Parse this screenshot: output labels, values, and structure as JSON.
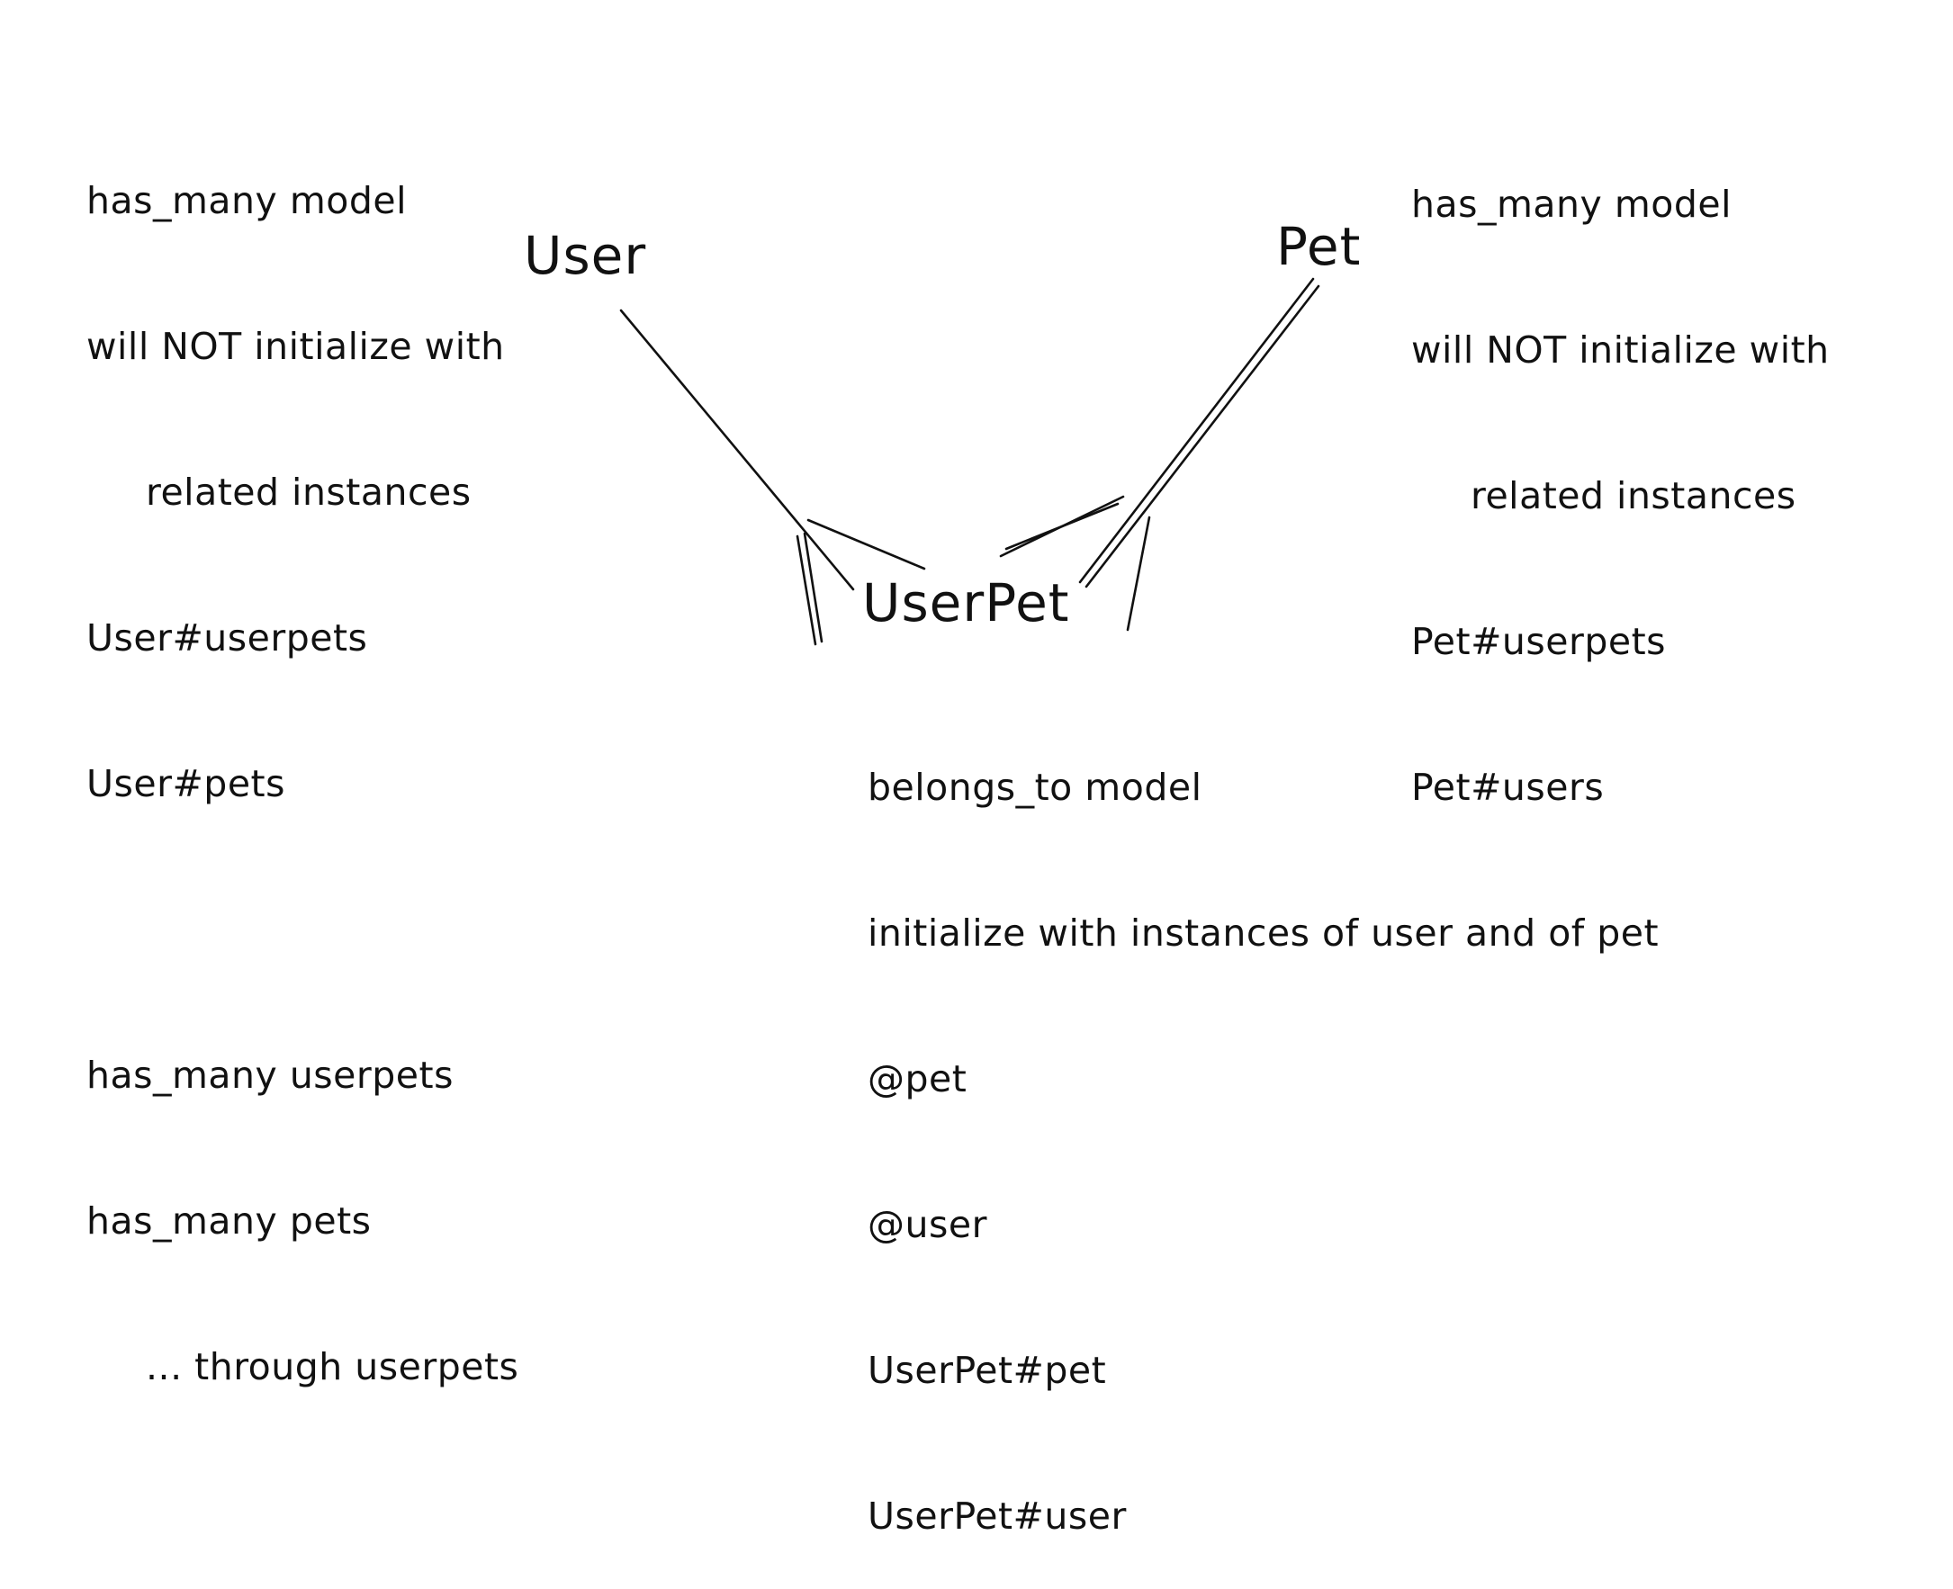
{
  "nodes": {
    "user": {
      "label": "User"
    },
    "pet": {
      "label": "Pet"
    },
    "userpet": {
      "label": "UserPet"
    }
  },
  "notes": {
    "user": {
      "lines": [
        "has_many model",
        "will NOT initialize with",
        "related instances",
        "User#userpets",
        "User#pets",
        "",
        "has_many userpets",
        "has_many pets",
        "... through userpets"
      ]
    },
    "pet": {
      "lines": [
        "has_many model",
        "will NOT initialize with",
        "related instances",
        "Pet#userpets",
        "Pet#users"
      ]
    },
    "userpet": {
      "lines": [
        "belongs_to model",
        "initialize with instances of user and of pet",
        "@pet",
        "@user",
        "UserPet#pet",
        "UserPet#user"
      ]
    }
  },
  "edges": [
    {
      "from": "User",
      "to": "UserPet",
      "from_end": "one",
      "to_end": "many"
    },
    {
      "from": "Pet",
      "to": "UserPet",
      "from_end": "one",
      "to_end": "many"
    }
  ]
}
